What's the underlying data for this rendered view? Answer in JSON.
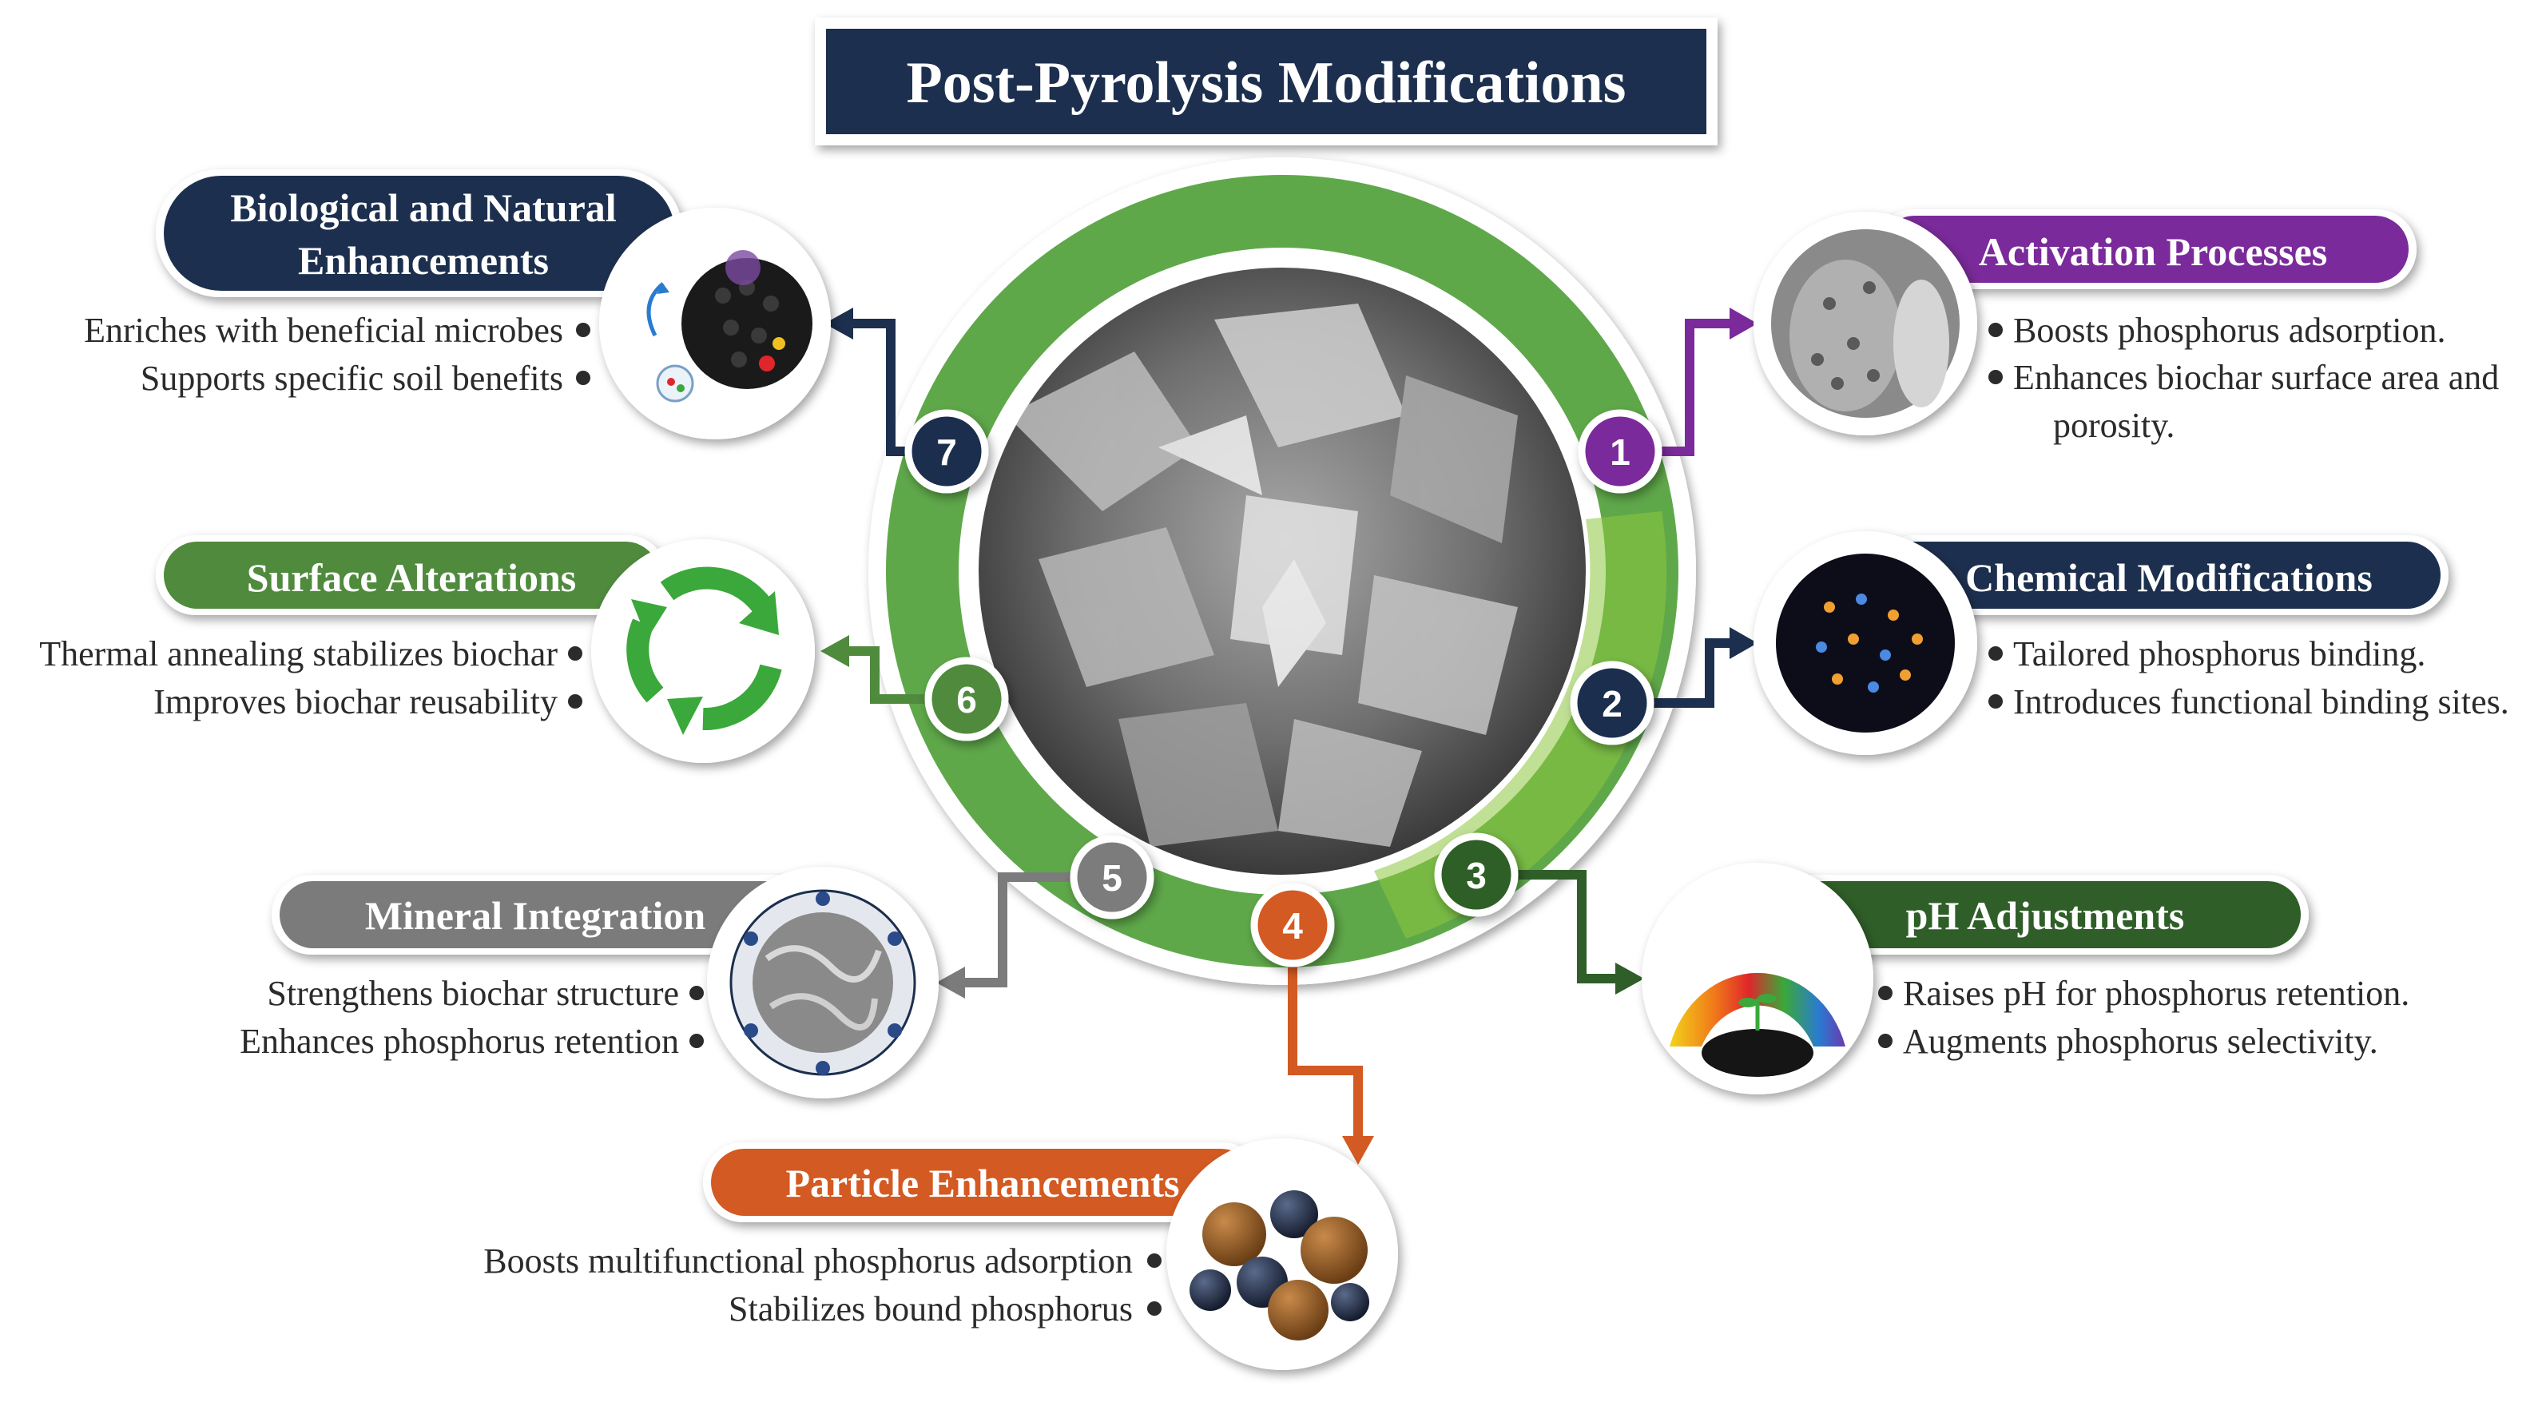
{
  "title": "Post-Pyrolysis Modifications",
  "colors": {
    "navy": "#1c2f4e",
    "purple": "#7a2a9a",
    "green": "#5fa84a",
    "dark_green": "#2f5e28",
    "orange": "#d35a22",
    "gray": "#7b7b7b",
    "mid_green": "#4f8a3d"
  },
  "modifications": [
    {
      "number": "1",
      "title": "Activation Processes",
      "bullets": [
        "Boosts phosphorus adsorption.",
        "Enhances biochar surface area and",
        "porosity."
      ]
    },
    {
      "number": "2",
      "title": "Chemical Modifications",
      "bullets": [
        "Tailored phosphorus binding.",
        "Introduces functional binding sites."
      ]
    },
    {
      "number": "3",
      "title": "pH Adjustments",
      "bullets": [
        "Raises pH for phosphorus retention.",
        "Augments phosphorus selectivity."
      ]
    },
    {
      "number": "4",
      "title": "Particle Enhancements",
      "bullets": [
        "Boosts multifunctional phosphorus adsorption",
        "Stabilizes bound phosphorus"
      ]
    },
    {
      "number": "5",
      "title": "Mineral Integration",
      "bullets": [
        "Strengthens biochar structure",
        "Enhances phosphorus retention"
      ]
    },
    {
      "number": "6",
      "title": "Surface Alterations",
      "bullets": [
        "Thermal annealing stabilizes biochar",
        "Improves biochar reusability"
      ]
    },
    {
      "number": "7",
      "title": "Biological and Natural Enhancements",
      "title_lines": [
        "Biological and Natural",
        "Enhancements"
      ],
      "bullets": [
        "Enriches with beneficial microbes",
        "Supports specific soil benefits"
      ]
    }
  ]
}
